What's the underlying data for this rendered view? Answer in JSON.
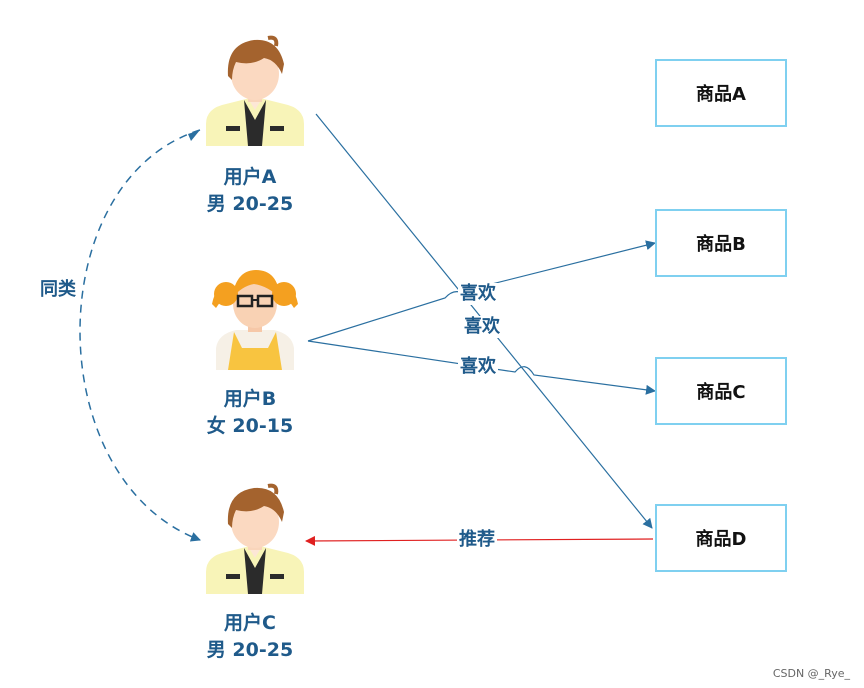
{
  "users": [
    {
      "name": "用户A",
      "info": "男 20-25"
    },
    {
      "name": "用户B",
      "info": "女 20-15"
    },
    {
      "name": "用户C",
      "info": "男 20-25"
    }
  ],
  "products": [
    "商品A",
    "商品B",
    "商品C",
    "商品D"
  ],
  "edges": {
    "similar": "同类",
    "like_b_to_b": "喜欢",
    "like_a_to_d": "喜欢",
    "like_b_to_c": "喜欢",
    "recommend": "推荐"
  },
  "watermark": "CSDN @_Rye_",
  "colors": {
    "label": "#1f5a8a",
    "line": "#2a6fa0",
    "recommend": "#e02020",
    "box_border": "#7fd0f0"
  }
}
